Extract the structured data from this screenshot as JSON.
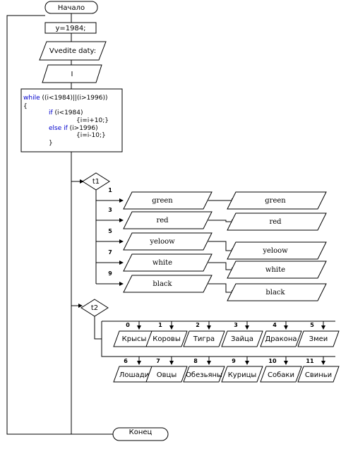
{
  "terminals": {
    "start": "Начало",
    "end": "Конец"
  },
  "assign": "y=1984;",
  "prompt": "Vvedite daty:",
  "input_var": "I",
  "code": {
    "while_kw": "while",
    "while_cond": " ((i<1984)||(i>1996))",
    "open_brace": "{",
    "if_kw": "if",
    "if_cond": " (i<1984)",
    "if_body": "{i=i+10;}",
    "elseif_kw": "else if",
    "elseif_cond": " (i>1996)",
    "elseif_body": "{i=i-10;}",
    "close_brace": "}"
  },
  "switch1": {
    "var": "t1",
    "cases": [
      {
        "num": "1",
        "left": "green",
        "right": "green"
      },
      {
        "num": "3",
        "left": "red",
        "right": "red"
      },
      {
        "num": "5",
        "left": "yeloow",
        "right": "yeloow"
      },
      {
        "num": "7",
        "left": "white",
        "right": "white"
      },
      {
        "num": "9",
        "left": "black",
        "right": "black"
      }
    ]
  },
  "switch2": {
    "var": "t2",
    "top_row": [
      {
        "num": "0",
        "label": "Крысы"
      },
      {
        "num": "1",
        "label": "Коровы"
      },
      {
        "num": "2",
        "label": "Тигра"
      },
      {
        "num": "3",
        "label": "Зайца"
      },
      {
        "num": "4",
        "label": "Дракона"
      },
      {
        "num": "5",
        "label": "Змеи"
      }
    ],
    "bottom_row": [
      {
        "num": "6",
        "label": "Лошади"
      },
      {
        "num": "7",
        "label": "Овцы"
      },
      {
        "num": "8",
        "label": "Обезьяны"
      },
      {
        "num": "9",
        "label": "Курицы"
      },
      {
        "num": "10",
        "label": "Собаки"
      },
      {
        "num": "11",
        "label": "Свиньи"
      }
    ]
  }
}
